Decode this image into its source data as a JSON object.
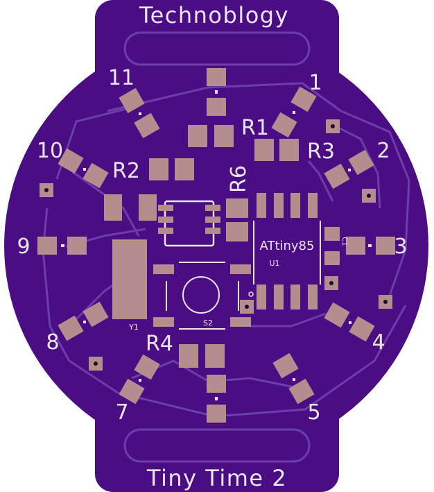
{
  "board": {
    "title": "Technoblogy",
    "subtitle": "Tiny Time 2",
    "colors": {
      "board": "#4b0d84",
      "trace": "#6c3fa8",
      "pad": "#b48e8e",
      "silk": "#eae6ee",
      "background": "#ffffff"
    }
  },
  "hours": [
    "1",
    "2",
    "3",
    "4",
    "5",
    "7",
    "8",
    "9",
    "10",
    "11"
  ],
  "components": {
    "r1": "R1",
    "r2": "R2",
    "r3": "R3",
    "r4": "R4",
    "r6": "R6",
    "chip": "ATtiny85",
    "chip_ref": "U1",
    "crystal": "Y1",
    "switch": "S2",
    "cap": "C1"
  }
}
